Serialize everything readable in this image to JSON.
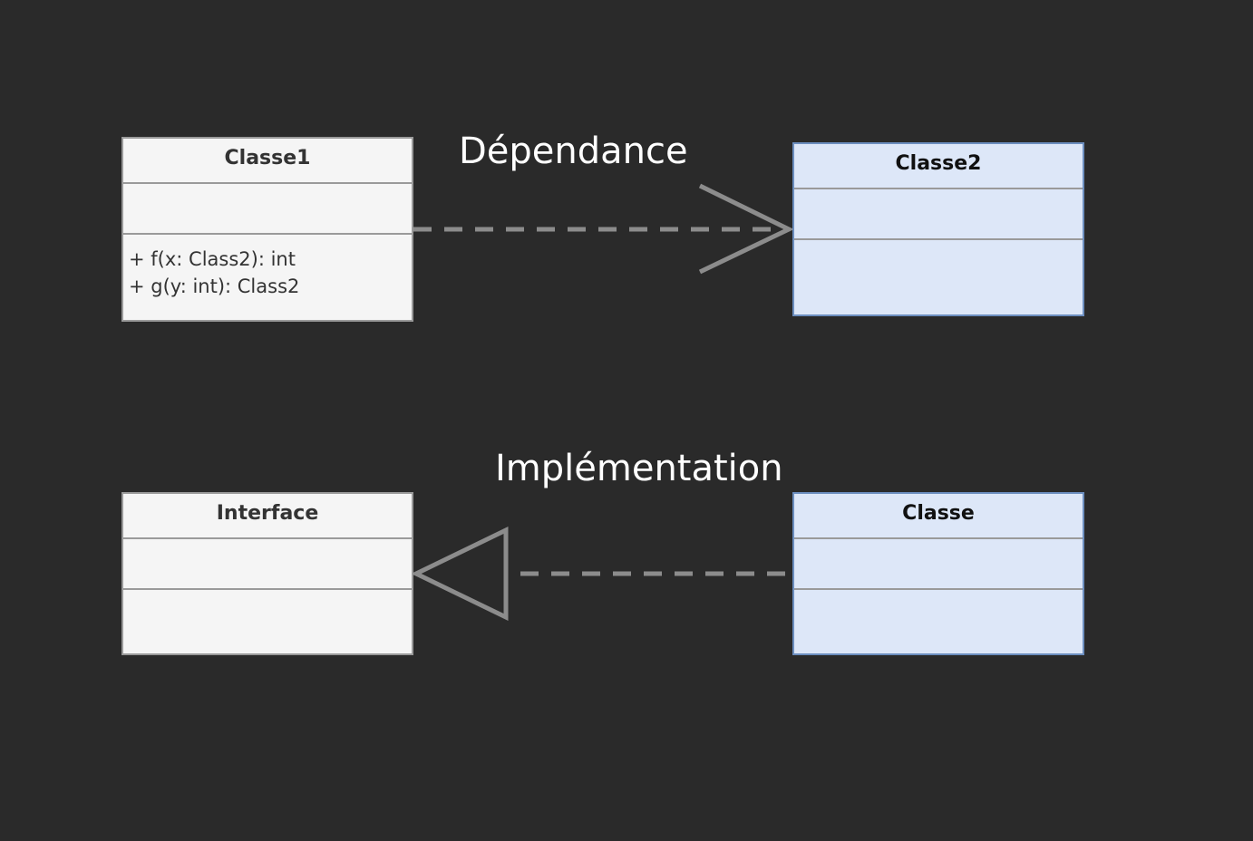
{
  "colors": {
    "background": "#2a2a2a",
    "gray_class_fill": "#f5f5f5",
    "gray_class_border": "#9a9a9a",
    "blue_class_fill": "#dde7f8",
    "blue_class_border": "#6c8ebf",
    "connector": "#8c8c8c",
    "label_text": "#ffffff"
  },
  "dependency": {
    "label": "Dépendance",
    "source": {
      "name": "Classe1",
      "methods": [
        "+ f(x: Class2): int",
        "+ g(y: int): Class2"
      ]
    },
    "target": {
      "name": "Classe2"
    }
  },
  "implementation": {
    "label": "Implémentation",
    "interface": {
      "name": "Interface"
    },
    "class": {
      "name": "Classe"
    }
  }
}
